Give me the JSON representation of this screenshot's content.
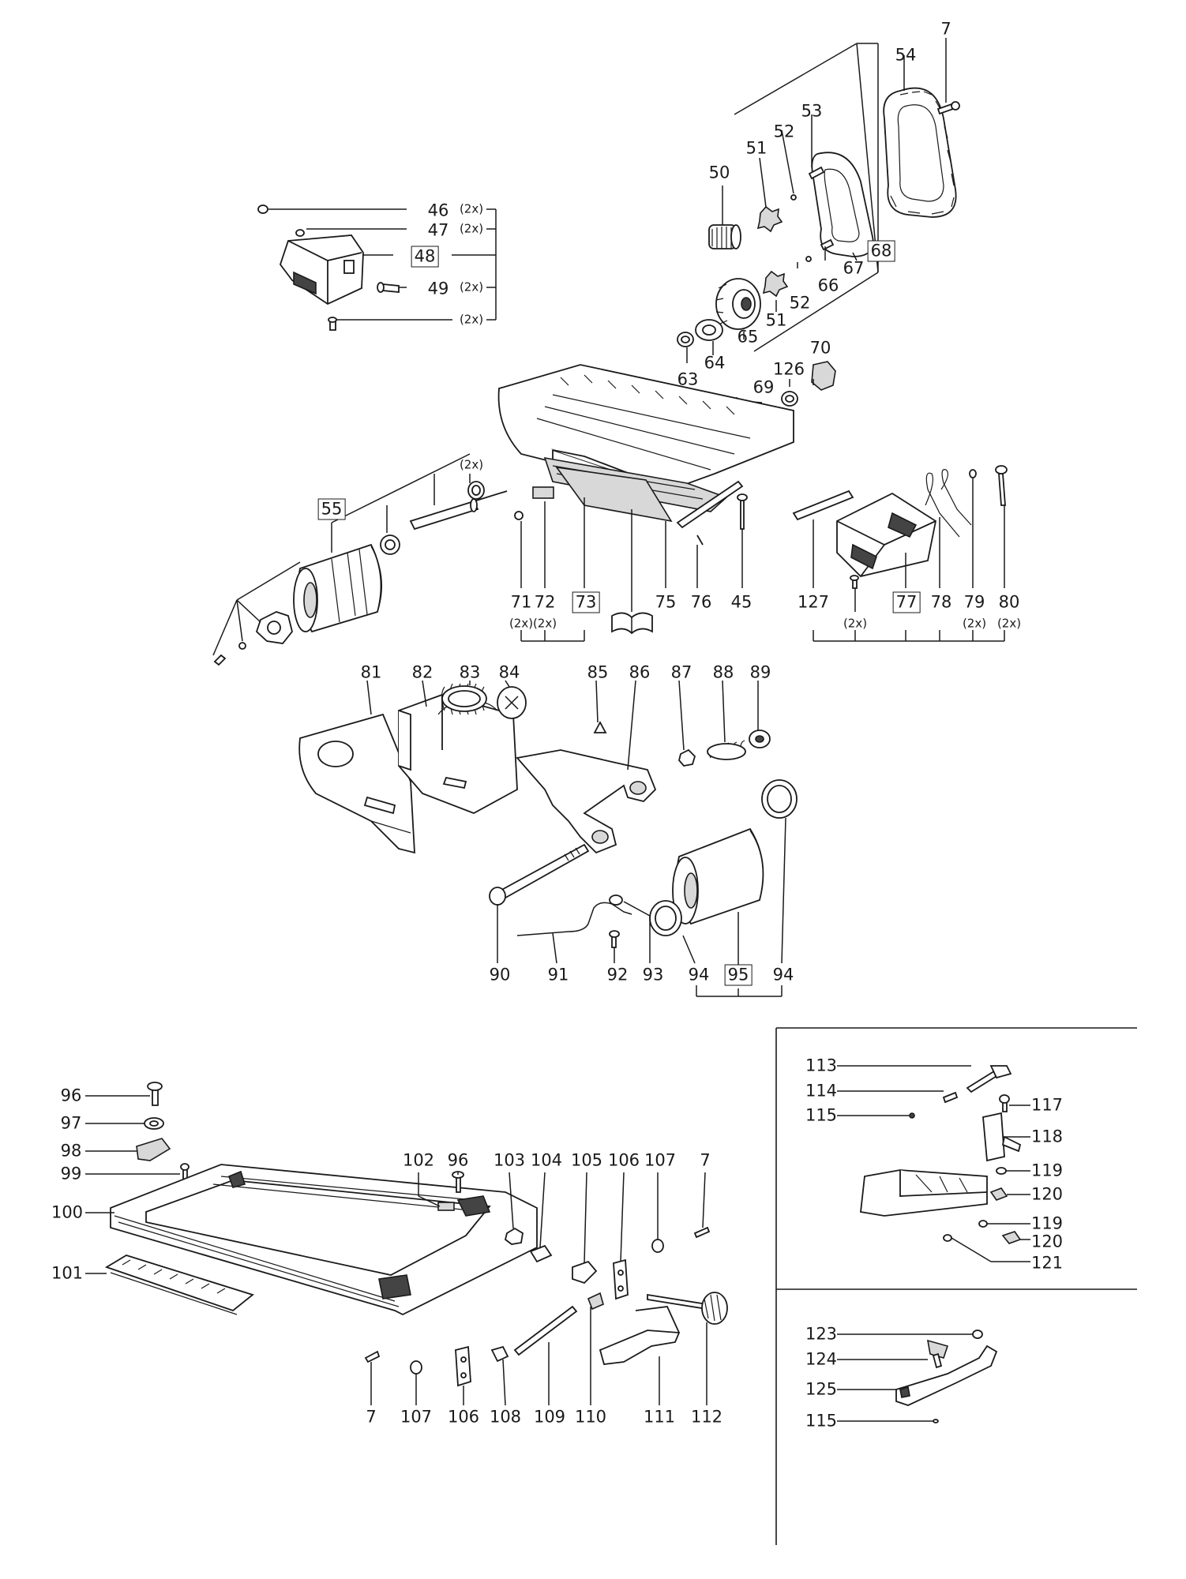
{
  "labels": {
    "p7a": "7",
    "p54": "54",
    "p53": "53",
    "p52a": "52",
    "p51a": "51",
    "p50": "50",
    "p68": "68",
    "p67": "67",
    "p66": "66",
    "p52b": "52",
    "p51b": "51",
    "p65": "65",
    "p64": "64",
    "p63": "63",
    "p126": "126",
    "p70": "70",
    "p69": "69",
    "p46": "46",
    "p47": "47",
    "p48": "48",
    "p49": "49",
    "p55": "55",
    "p71": "71",
    "p72": "72",
    "p73": "73",
    "p75": "75",
    "p76": "76",
    "p45": "45",
    "p127": "127",
    "p77": "77",
    "p78": "78",
    "p79": "79",
    "p80": "80",
    "p81": "81",
    "p82": "82",
    "p83": "83",
    "p84": "84",
    "p85": "85",
    "p86": "86",
    "p87": "87",
    "p88": "88",
    "p89": "89",
    "p90": "90",
    "p91": "91",
    "p92": "92",
    "p93": "93",
    "p94a": "94",
    "p95": "95",
    "p94b": "94",
    "p96a": "96",
    "p97": "97",
    "p98": "98",
    "p99": "99",
    "p100": "100",
    "p101": "101",
    "p102": "102",
    "p96b": "96",
    "p103": "103",
    "p104": "104",
    "p105": "105",
    "p106a": "106",
    "p107a": "107",
    "p7b": "7",
    "p7c": "7",
    "p107b": "107",
    "p106b": "106",
    "p108": "108",
    "p109": "109",
    "p110": "110",
    "p111": "111",
    "p112": "112",
    "p113": "113",
    "p114": "114",
    "p115a": "115",
    "p117": "117",
    "p118": "118",
    "p119a": "119",
    "p120a": "120",
    "p119b": "119",
    "p120b": "120",
    "p121": "121",
    "p123": "123",
    "p124": "124",
    "p125": "125",
    "p115b": "115"
  },
  "quantities": {
    "q46": "(2x)",
    "q47": "(2x)",
    "q49": "(2x)",
    "q50x": "(2x)",
    "q55": "(2x)",
    "q71": "(2x)",
    "q72": "(2x)",
    "q77": "(2x)",
    "q79": "(2x)",
    "q80": "(2x)"
  }
}
